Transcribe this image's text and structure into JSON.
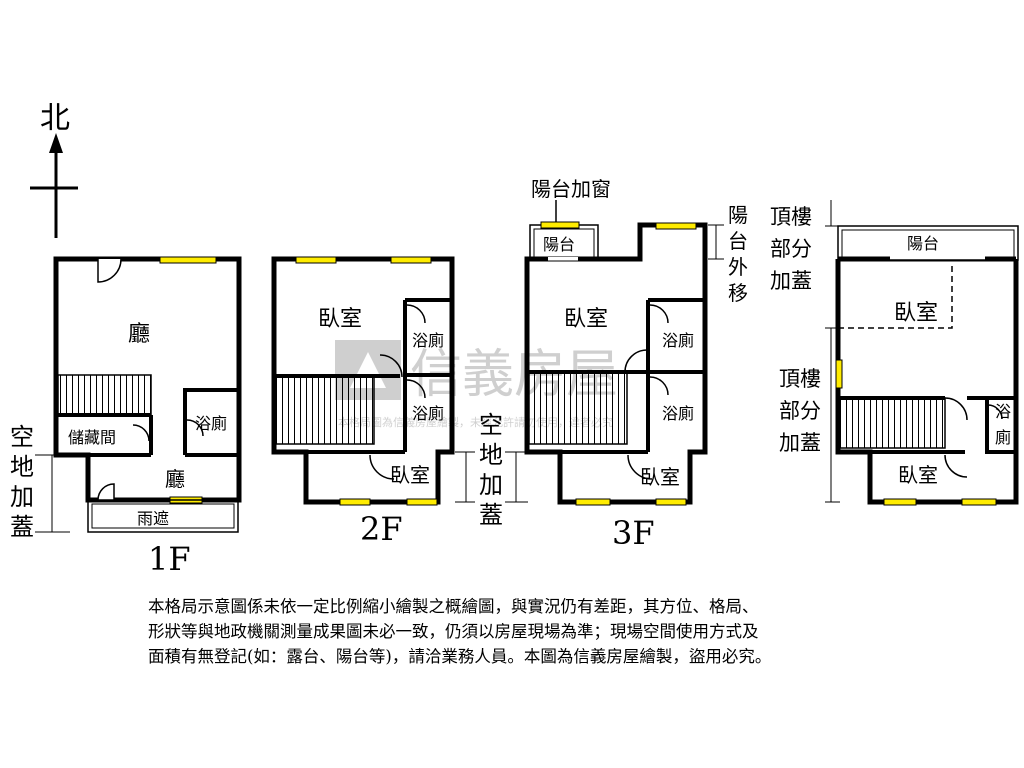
{
  "compass": {
    "north": "北"
  },
  "floors": {
    "f1": {
      "label": "1F",
      "rooms": {
        "hall_top": "廳",
        "storage": "儲藏間",
        "bath": "浴廁",
        "hall_bottom": "廳",
        "canopy": "雨遮"
      }
    },
    "f2": {
      "label": "2F",
      "rooms": {
        "bedroom_top": "臥室",
        "bath_top": "浴廁",
        "bath_bottom": "浴廁",
        "bedroom_bottom": "臥室"
      }
    },
    "f3": {
      "label": "3F",
      "rooms": {
        "balcony": "陽台",
        "bedroom_top": "臥室",
        "bath_top": "浴廁",
        "bath_bottom": "浴廁",
        "bedroom_bottom": "臥室"
      }
    },
    "roof": {
      "rooms": {
        "balcony": "陽台",
        "bedroom_top": "臥室",
        "bath": "浴廁",
        "bedroom_bottom": "臥室"
      }
    }
  },
  "annotations": {
    "open_land_addition": "空地加蓋",
    "balcony_window": "陽台加窗",
    "balcony_moved_out": "陽台外移",
    "rooftop_addition": "頂樓部分加蓋"
  },
  "watermark": {
    "brand": "信義房屋",
    "notice": "本格局圖為信義房屋繪製，未經允許請勿使用，違者必究"
  },
  "disclaimer": [
    "本格局示意圖係未依一定比例縮小繪製之概繪圖，與實況仍有差距，其方位、格局、",
    "形狀等與地政機關測量成果圖未必一致，仍須以房屋現場為準；現場空間使用方式及",
    "面積有無登記(如：露台、陽台等)，請洽業務人員。本圖為信義房屋繪製，盜用必究。"
  ]
}
